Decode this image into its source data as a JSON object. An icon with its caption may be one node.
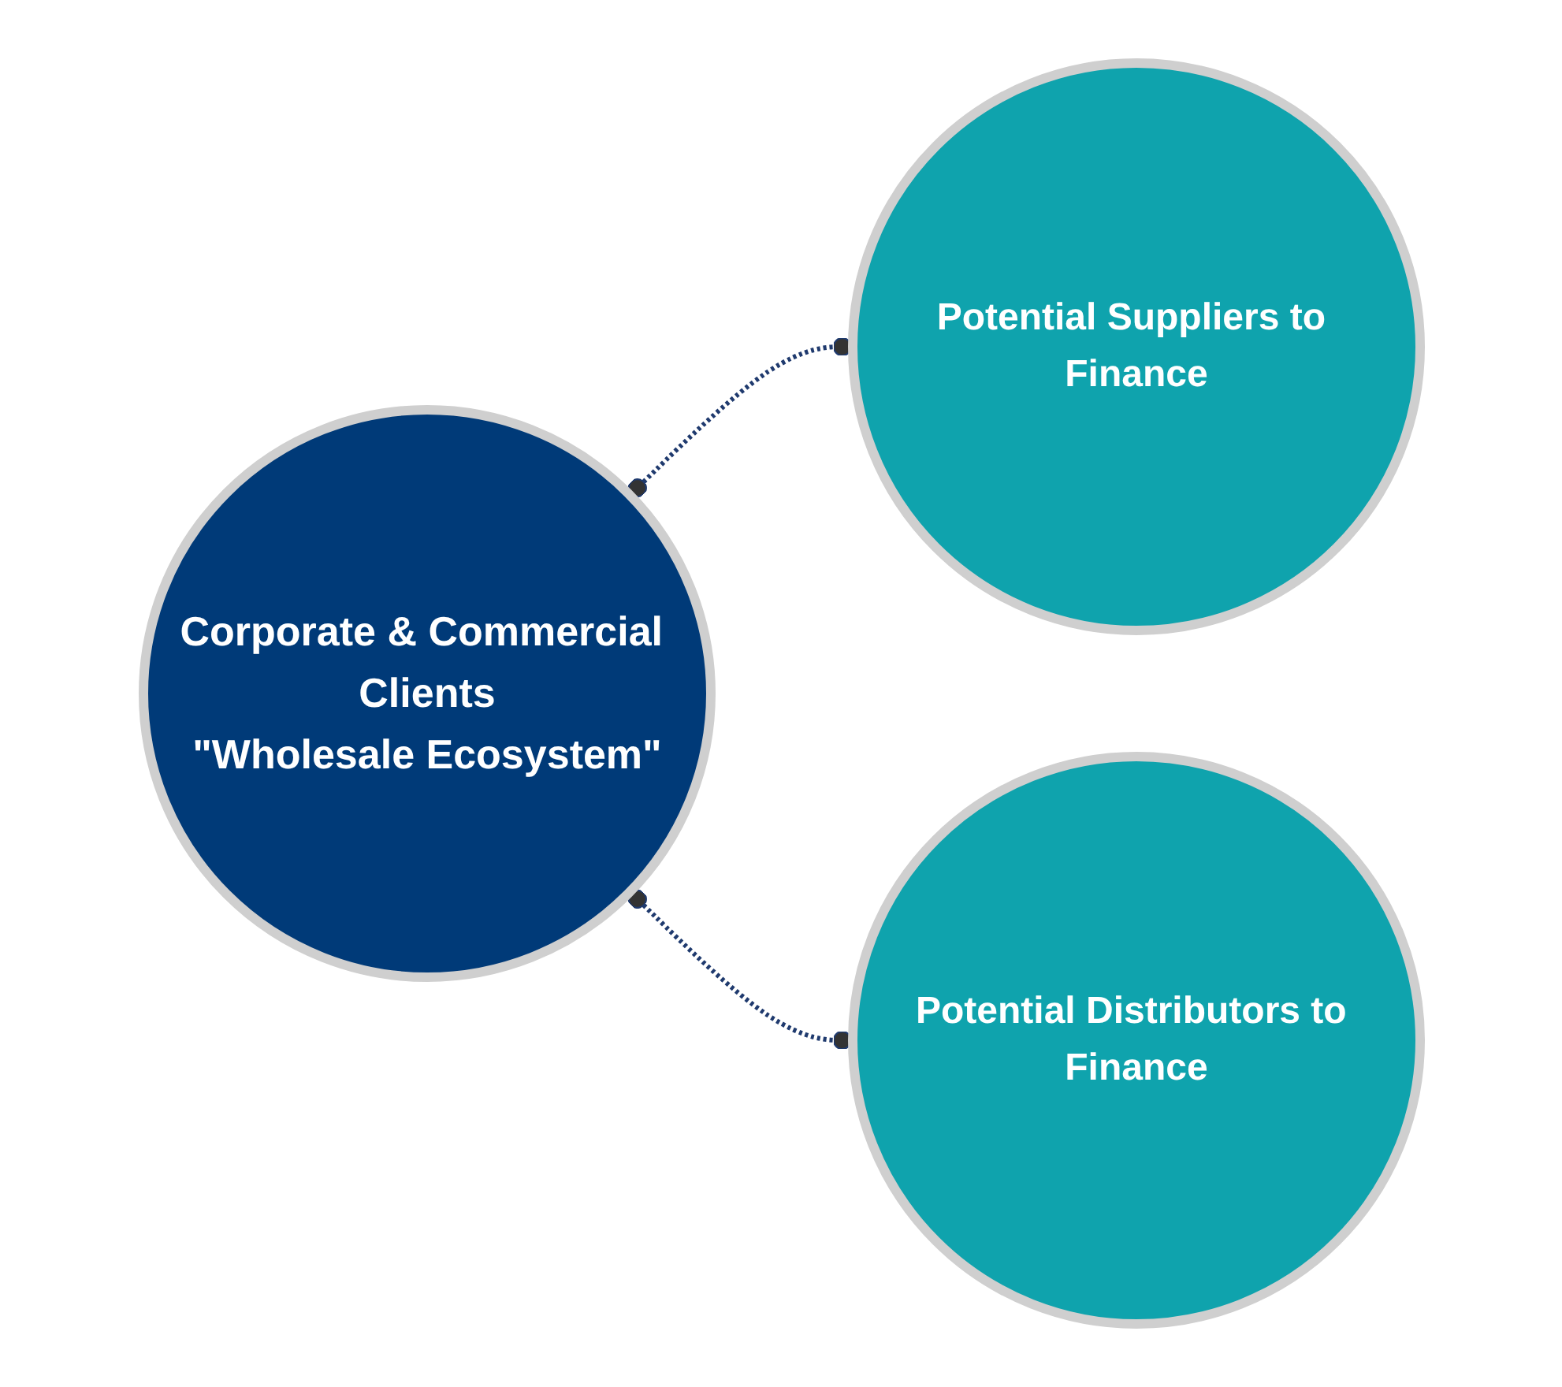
{
  "diagram": {
    "nodes": [
      {
        "text": [
          "Corporate & Commercial Clients",
          "\"Wholesale Ecosystem\""
        ]
      },
      {
        "text": [
          "Potential Suppliers to Finance"
        ]
      },
      {
        "text": [
          "Potential Distributors to Finance"
        ]
      }
    ],
    "edges": [
      {
        "from": 0,
        "to": 1,
        "arrow": "other",
        "style": "dashed"
      },
      {
        "from": 0,
        "to": 2,
        "arrow": "other",
        "style": "dashed"
      }
    ]
  }
}
